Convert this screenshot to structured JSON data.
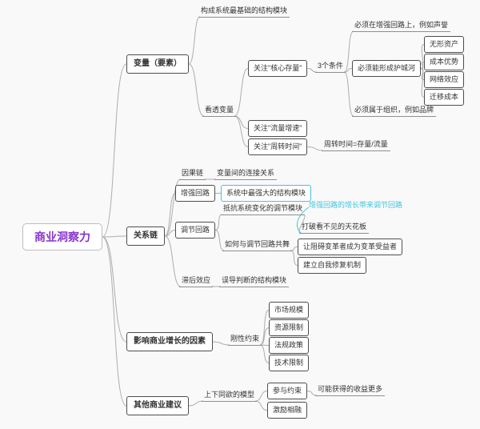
{
  "root": {
    "label": "商业洞察力"
  },
  "colors": {
    "root_text": "#8833cc",
    "highlight": "#3ec6e0",
    "line": "#adadad",
    "border": "#4d4d4d"
  },
  "branches": {
    "variables": {
      "label": "变量（要素）",
      "definition": "构成系统最基础的结构模块",
      "see_through": {
        "label": "看透变量",
        "core_stock": {
          "label": "关注\"核心存量\"",
          "conditions": {
            "label": "3个条件",
            "on_reinforcing_loop": "必须在增强回路上，例如声誉",
            "moat": {
              "label": "必须能形成护城河",
              "types": [
                "无形资产",
                "成本优势",
                "网络效应",
                "迁移成本"
              ]
            },
            "belong_to_org": "必须属于组织，例如品牌"
          }
        },
        "flow_growth": {
          "label": "关注\"流量增速\""
        },
        "turnover": {
          "label": "关注\"周转时间\"",
          "formula": "周转时间=存量/流量"
        }
      }
    },
    "relation_chain": {
      "label": "关系链",
      "causal_chain": {
        "label": "因果链",
        "desc": "变量间的连接关系"
      },
      "reinforcing_loop": {
        "label": "增强回路",
        "desc": "系统中最强大的结构模块"
      },
      "balancing_loop": {
        "label": "调节回路",
        "desc": "抵抗系统变化的调节模块",
        "note": "增强回路的增长带来调节回路",
        "ceiling": "打破看不见的天花板",
        "dance": {
          "label": "如何与调节回路共舞",
          "tip1": "让阻碍变革者成为变革受益者",
          "tip2": "建立自我修复机制"
        }
      },
      "lag_effect": {
        "label": "滞后效应",
        "desc": "误导判断的结构模块"
      }
    },
    "growth_factors": {
      "label": "影响商业增长的因素",
      "rigid_constraints": {
        "label": "刚性约束",
        "items": [
          "市场规模",
          "资源限制",
          "法规政策",
          "技术限制"
        ]
      }
    },
    "other_advice": {
      "label": "其他商业建议",
      "aligned_model": {
        "label": "上下同欲的模型",
        "participation": {
          "label": "参与约束",
          "desc": "可能获得的收益更多"
        },
        "incentive": {
          "label": "激励相融"
        }
      }
    }
  }
}
